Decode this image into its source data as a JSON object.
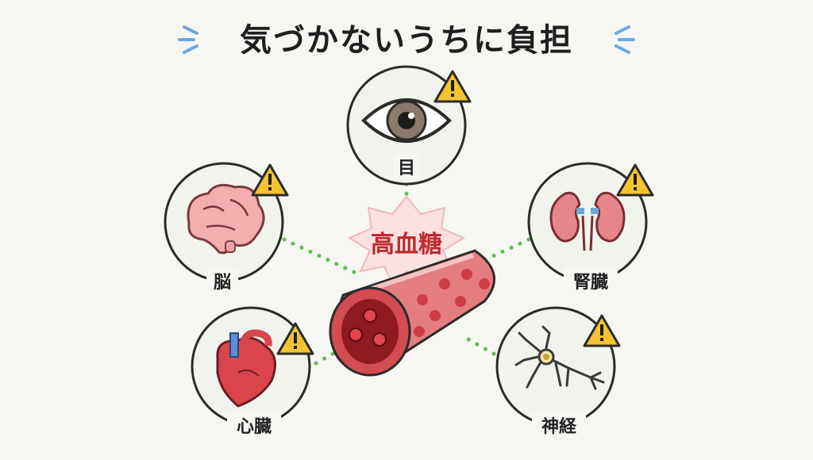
{
  "title": "気づかないうちに負担",
  "center": {
    "label": "高血糖"
  },
  "organs": {
    "eye": {
      "label": "目",
      "icon": "eye-icon"
    },
    "brain": {
      "label": "脳",
      "icon": "brain-icon"
    },
    "kidney": {
      "label": "腎臓",
      "icon": "kidney-icon"
    },
    "heart": {
      "label": "心臓",
      "icon": "heart-icon"
    },
    "nerve": {
      "label": "神経",
      "icon": "neuron-icon"
    }
  },
  "warning_icon": "warning-icon",
  "colors": {
    "accent_red": "#c0282d",
    "vessel": "#d9545a",
    "connector": "#6ab85c",
    "warning": "#f4c430",
    "title_dash": "#6fa8dc"
  }
}
